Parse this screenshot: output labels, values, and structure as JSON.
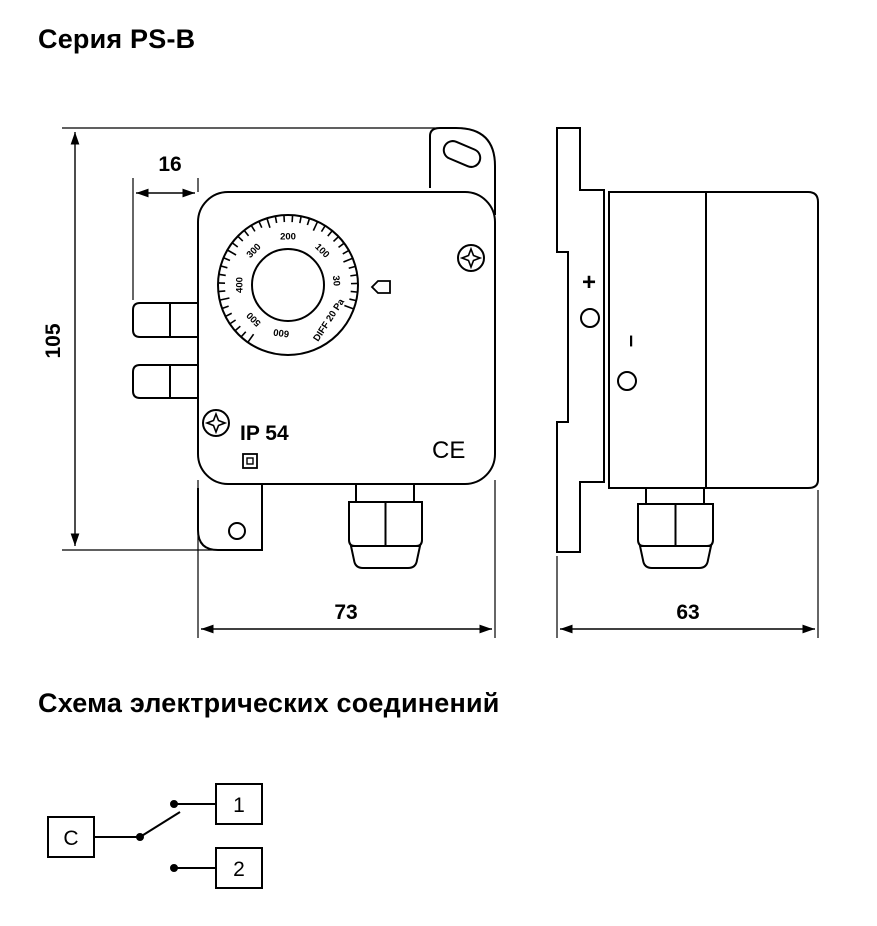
{
  "title": "Серия PS-B",
  "subtitle": "Схема электрических соединений",
  "dimensions": {
    "height": "105",
    "connector_spacing": "16",
    "width_front": "73",
    "width_side": "63"
  },
  "dial": {
    "scale_labels": [
      "30",
      "100",
      "200",
      "300",
      "400",
      "500",
      "600"
    ],
    "diff_label": "DIFF 20 Pa"
  },
  "front_marks": {
    "ip_rating": "IP 54",
    "ce_mark": "CE"
  },
  "side_marks": {
    "plus": "+",
    "minus": "–"
  },
  "wiring": {
    "common_terminal": "C",
    "terminal_1": "1",
    "terminal_2": "2"
  },
  "icons": [
    "screw-icon",
    "square-symbol-icon",
    "ce-mark-icon",
    "pressure-pointer-icon"
  ]
}
